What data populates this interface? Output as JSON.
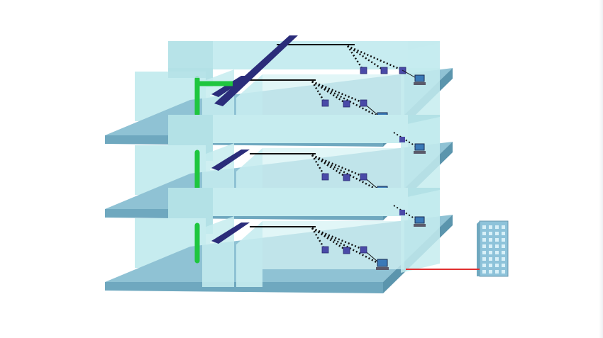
{
  "slide": {
    "title_fragment": "",
    "background": "#ffffff"
  },
  "colors": {
    "floor_top": "#8fc2d4",
    "floor_front": "#6fa8bf",
    "floor_side": "#5b95ad",
    "wall": "#c6ecef",
    "wall_shade": "#b3e1e6",
    "vertical_backbone": "#1fc63f",
    "horizontal_backbone": "#2b2c7a",
    "drop_cable": "#111111",
    "device": "#4a4aa8",
    "external_link": "#e03030",
    "building": "#8ec3da"
  },
  "diagram": {
    "floors": [
      {
        "id": "top",
        "devices": 3,
        "workstations": 1,
        "has_riser": true
      },
      {
        "id": "middle",
        "devices": 3,
        "workstations": 1,
        "has_riser": true
      },
      {
        "id": "bottom",
        "devices": 3,
        "workstations": 1,
        "has_riser": true
      }
    ],
    "external_building": {
      "icon": "office-building-icon"
    },
    "external_link": {
      "from": "bottom-floor",
      "to": "office-building"
    }
  }
}
